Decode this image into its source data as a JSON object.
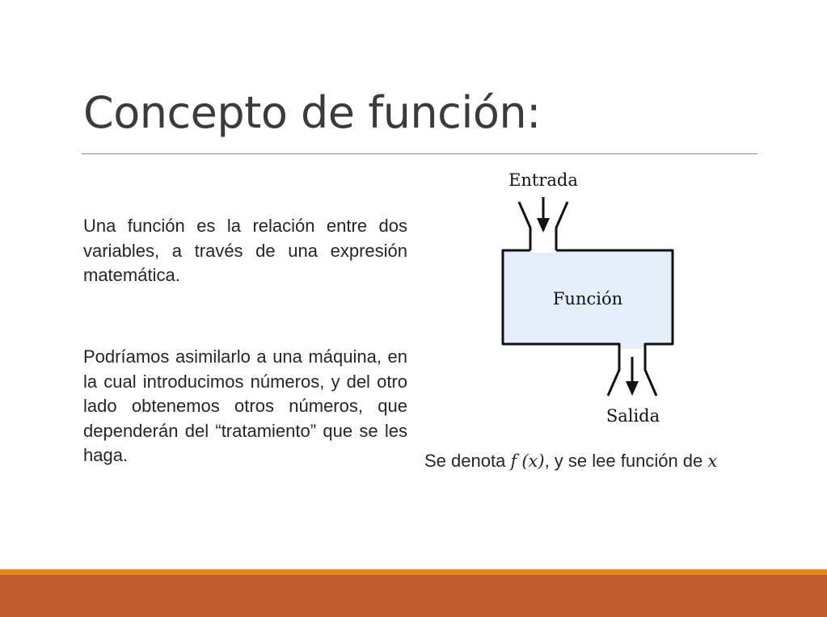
{
  "slide": {
    "title": "Concepto de función:",
    "paragraph_1": "Una función es la relación entre dos variables, a través de una expresión matemática.",
    "paragraph_2": "Podríamos asimilarlo a una máquina, en la cual introducimos números, y del otro lado obtenemos otros números, que dependerán del “tratamiento” que se les haga.",
    "caption": {
      "prefix": "Se denota ",
      "function_symbol": "f",
      "argument": "(x)",
      "suffix": ", y se lee función de ",
      "variable": "x"
    }
  },
  "diagram": {
    "input_label": "Entrada",
    "box_label": "Función",
    "output_label": "Salida",
    "box_fill": "#e3eef9",
    "stroke": "#111111"
  },
  "colors": {
    "band_top": "#e2861a",
    "band_bottom": "#bf592e",
    "title_text": "#3b3b3b"
  }
}
